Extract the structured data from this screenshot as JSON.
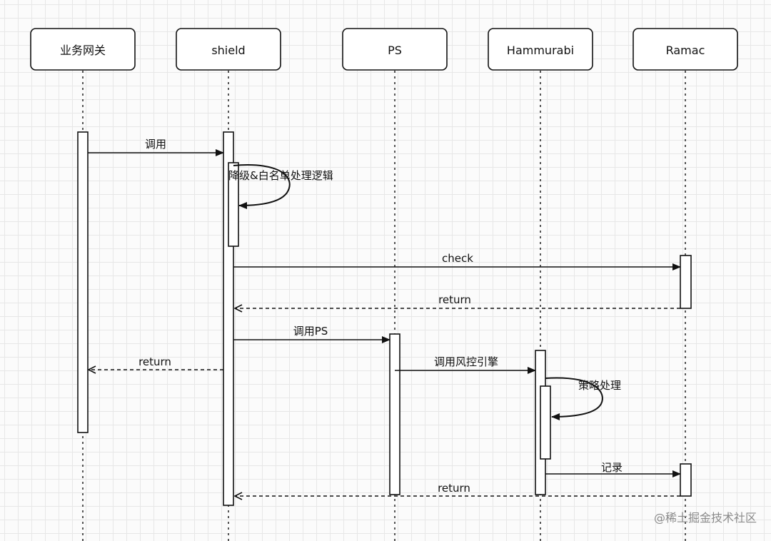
{
  "actors": [
    {
      "id": "gateway",
      "label": "业务网关"
    },
    {
      "id": "shield",
      "label": "shield"
    },
    {
      "id": "ps",
      "label": "PS"
    },
    {
      "id": "hammurabi",
      "label": "Hammurabi"
    },
    {
      "id": "ramac",
      "label": "Ramac"
    }
  ],
  "messages": [
    {
      "from": "gateway",
      "to": "shield",
      "label": "调用",
      "kind": "call"
    },
    {
      "from": "shield",
      "to": "shield",
      "label": "降级&白名单处理逻辑",
      "kind": "self"
    },
    {
      "from": "shield",
      "to": "ramac",
      "label": "check",
      "kind": "call"
    },
    {
      "from": "ramac",
      "to": "shield",
      "label": "return",
      "kind": "return"
    },
    {
      "from": "shield",
      "to": "ps",
      "label": "调用PS",
      "kind": "call"
    },
    {
      "from": "shield",
      "to": "gateway",
      "label": "return",
      "kind": "return"
    },
    {
      "from": "ps",
      "to": "hammurabi",
      "label": "调用风控引擎",
      "kind": "call"
    },
    {
      "from": "hammurabi",
      "to": "hammurabi",
      "label": "策略处理",
      "kind": "self"
    },
    {
      "from": "hammurabi",
      "to": "ramac",
      "label": "记录",
      "kind": "call"
    },
    {
      "from": "ramac",
      "to": "shield",
      "label": "return",
      "kind": "return"
    }
  ],
  "watermark": "@稀土掘金技术社区"
}
